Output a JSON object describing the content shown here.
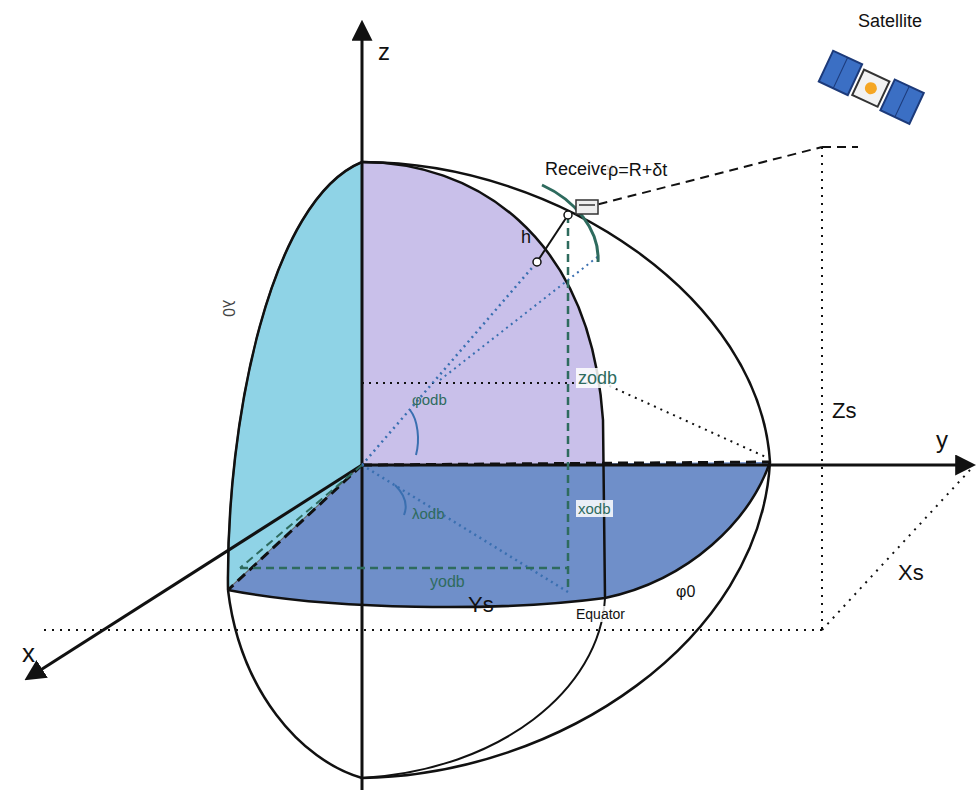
{
  "diagram": {
    "labels": [
      "Satellite",
      "Receiver",
      "ρ=R+δt",
      "z",
      "y",
      "x",
      "Zs",
      "Xs",
      "Ys",
      "h",
      "λ0",
      "φodb",
      "λodb",
      "zodb",
      "xodb",
      "yodb",
      "Equator",
      "φ0"
    ]
  }
}
